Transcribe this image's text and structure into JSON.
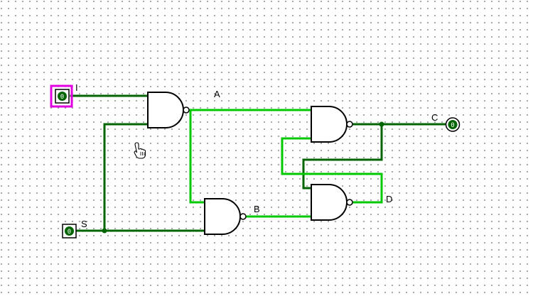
{
  "colors": {
    "wire_low": "#006400",
    "wire_high": "#00c800",
    "selection": "#e000e0",
    "pin_fill": "#006400"
  },
  "inputs": {
    "i": {
      "label": "I",
      "value": "0"
    },
    "s": {
      "label": "S",
      "value": "0"
    }
  },
  "output": {
    "label": "C",
    "value": "0"
  },
  "nodes": {
    "a": "A",
    "b": "B",
    "c": "C",
    "d": "D"
  },
  "cursor_icon": "hand-pointer-icon"
}
